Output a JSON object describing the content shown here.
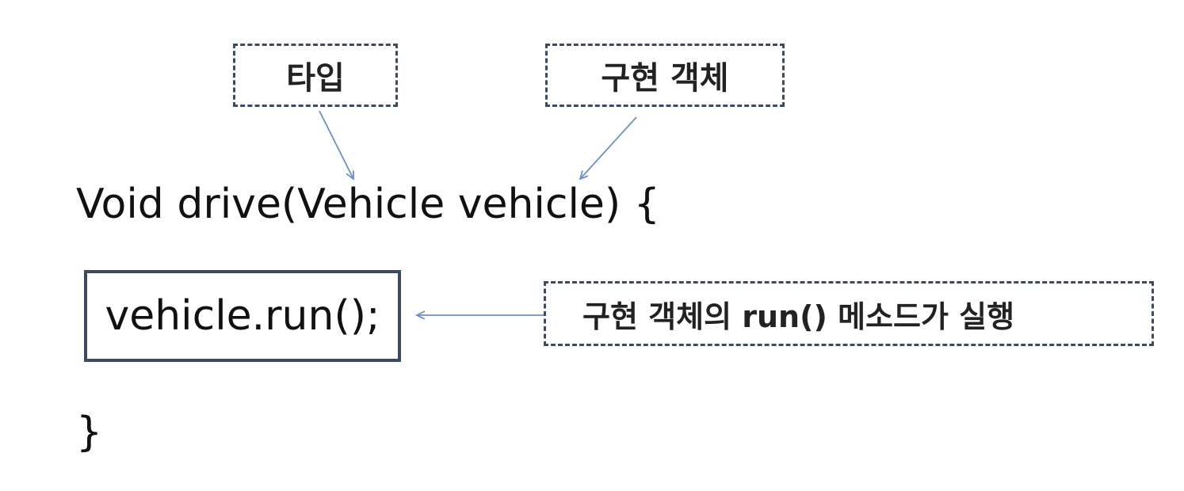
{
  "labels": {
    "type": "타입",
    "implementation": "구현 객체",
    "run_note": "구현 객체의 run() 메소드가 실행"
  },
  "code": {
    "signature": "Void drive(Vehicle vehicle) {",
    "call": "vehicle.run();",
    "close": "}"
  },
  "colors": {
    "box_border": "#3d4b5e",
    "arrow": "#6f8fc0",
    "text": "#111111"
  }
}
